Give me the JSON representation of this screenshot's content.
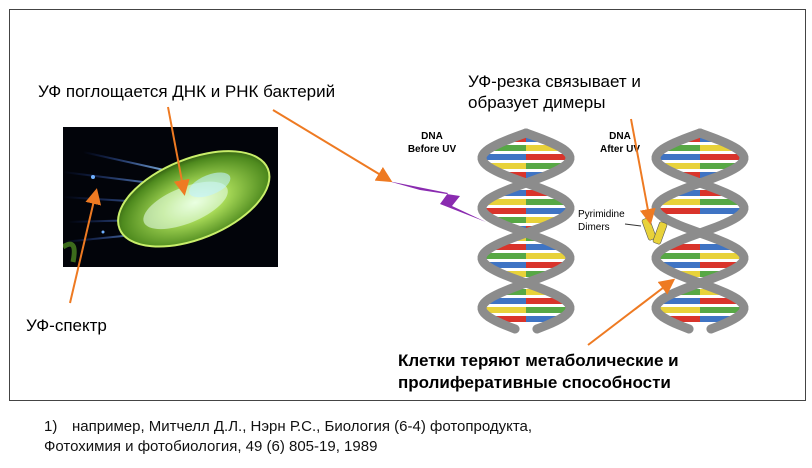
{
  "labels": {
    "uv_absorbed": "УФ поглощается ДНК и РНК бактерий",
    "uv_spectrum": "УФ-спектр",
    "uv_dimer_line1": "УФ-резка связывает и",
    "uv_dimer_line2": "образует димеры",
    "consequence_line1": "Клетки теряют метаболические и",
    "consequence_line2": "пролиферативные способности"
  },
  "dna_before": {
    "line1": "DNA",
    "line2": "Before UV"
  },
  "dna_after": {
    "line1": "DNA",
    "line2": "After UV"
  },
  "dimer": {
    "line1": "Pyrimidine",
    "line2": "Dimers"
  },
  "footnote": {
    "number": "1)",
    "line1": "например, Митчелл Д.Л., Нэрн Р.С., Биология (6-4) фотопродукта,",
    "line2": "Фотохимия и фотобиология, 49 (6) 805-19, 1989"
  },
  "colors": {
    "arrow": "#ee7a22",
    "lightning": "#8a2bb0",
    "backbone": "#8c8c8c",
    "base_red": "#d9342b",
    "base_green": "#57a845",
    "base_blue": "#3f74c4",
    "base_yellow": "#e8d23a"
  }
}
